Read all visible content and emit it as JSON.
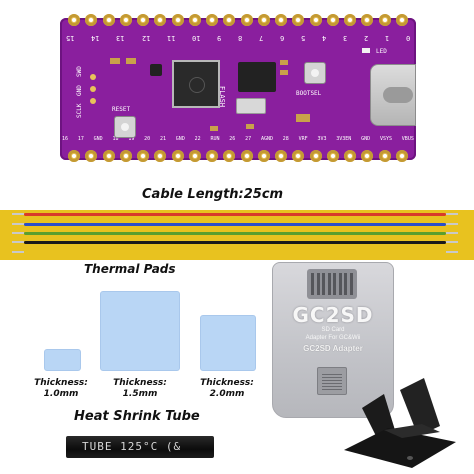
{
  "board": {
    "top_pins": [
      "15",
      "14",
      "13",
      "12",
      "11",
      "10",
      "9",
      "8",
      "7",
      "6",
      "5",
      "4",
      "3",
      "2",
      "1",
      "0"
    ],
    "left_pins": [
      "SCLK",
      "GND",
      "SWD"
    ],
    "bottom_pins": [
      "16",
      "17",
      "GND",
      "18",
      "19",
      "20",
      "21",
      "GND",
      "22",
      "RUN",
      "26",
      "27",
      "AGND",
      "28",
      "VRF",
      "3V3",
      "3V3EN",
      "GND",
      "VSYS",
      "VBUS"
    ],
    "labels": {
      "flash": "FLASH",
      "bootsel": "BOOTSEL",
      "reset": "RESET",
      "led": "LED"
    },
    "colors": {
      "pcb": "#8a1f9e",
      "pcb_dark": "#6d1380",
      "gold": "#e8c25a"
    }
  },
  "cable": {
    "title": "Cable Length:25cm",
    "wire_colors": [
      "#e8c21f",
      "#d83a2a",
      "#2a4fc8",
      "#5a9e2e",
      "#1a1a1a"
    ]
  },
  "thermal": {
    "title": "Thermal Pads",
    "pads": [
      {
        "label_line1": "Thickness:",
        "label_line2": "1.0mm"
      },
      {
        "label_line1": "Thickness:",
        "label_line2": "1.5mm"
      },
      {
        "label_line1": "Thickness:",
        "label_line2": "2.0mm"
      }
    ]
  },
  "adapter": {
    "brand": "GC2SD",
    "line1": "SD Card",
    "line2": "Adapter For GC&Wii",
    "line3": "GC2SD Adapter"
  },
  "shrink": {
    "title": "Heat Shrink Tube",
    "tube_text": "TUBE 125°C (&"
  }
}
